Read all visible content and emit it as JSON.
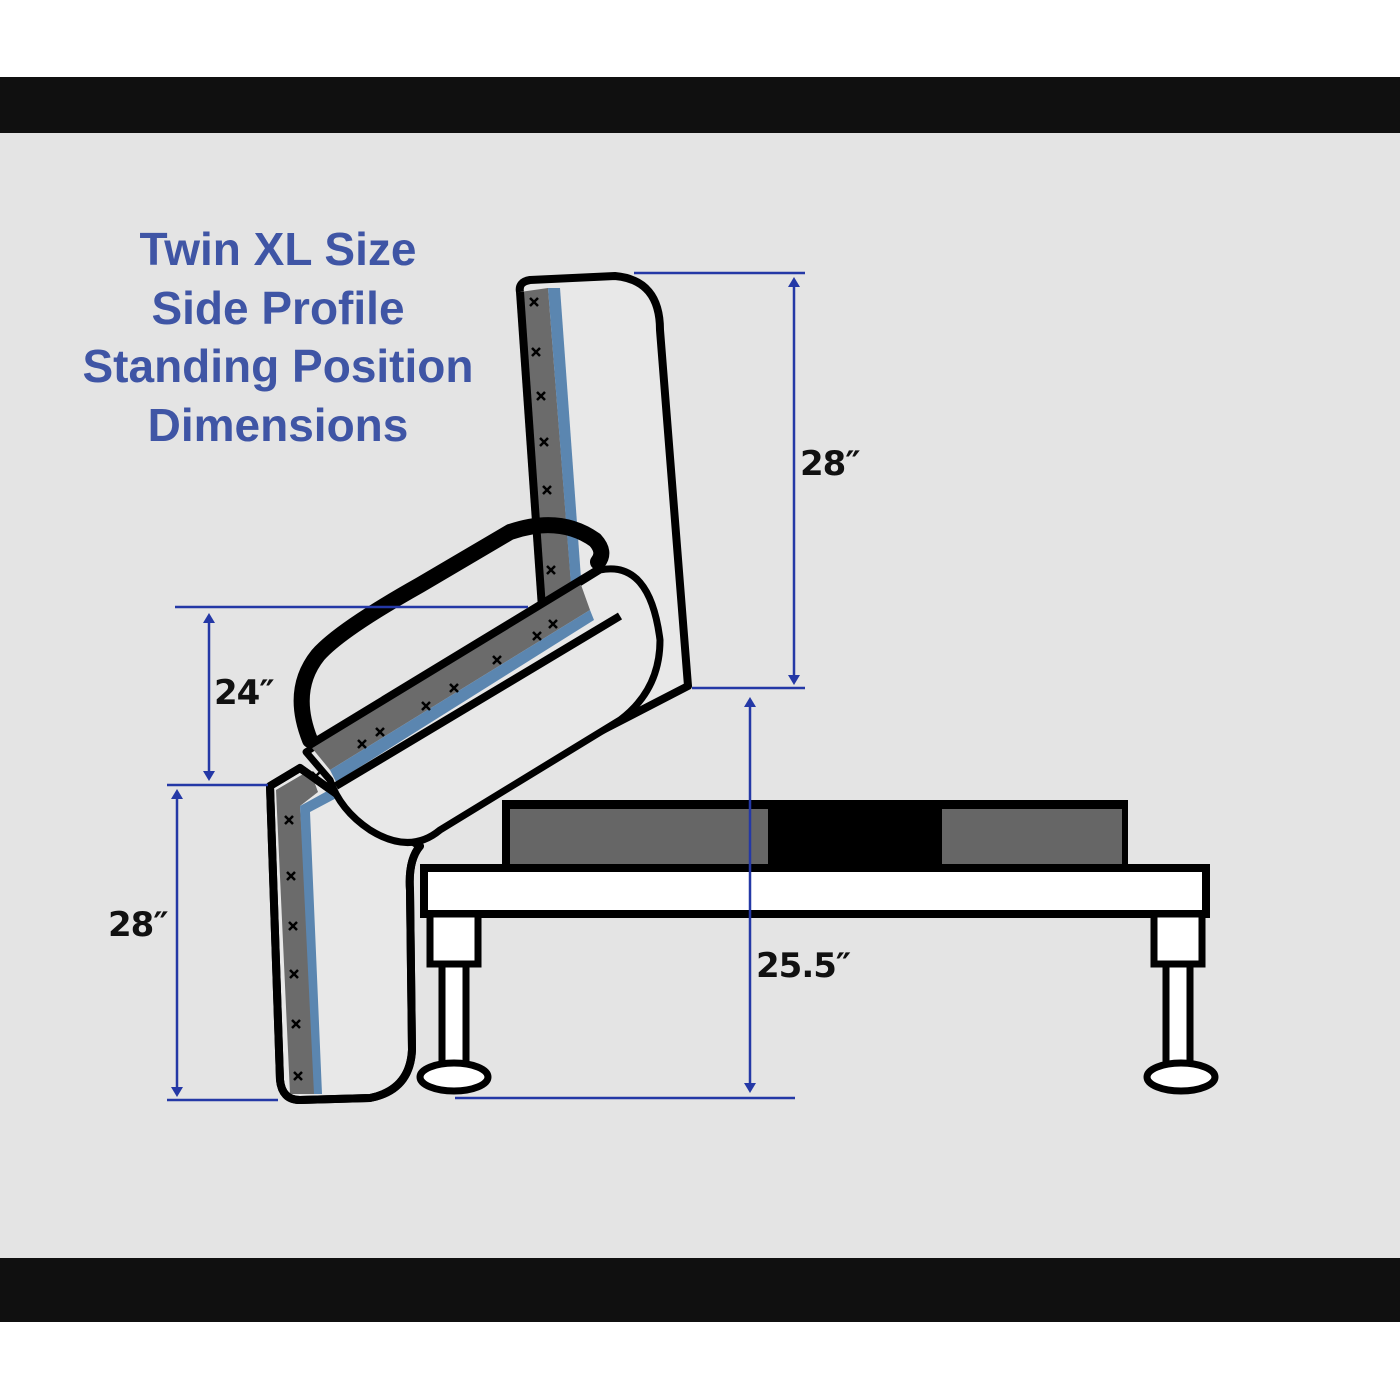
{
  "title": {
    "lines": [
      "Twin XL Size",
      "Side Profile",
      "Standing Position",
      "Dimensions"
    ]
  },
  "dimensions": {
    "backrest_height": "28″",
    "arm_height": "24″",
    "base_height": "28″",
    "overall_height_to_seat": "25.5″"
  },
  "colors": {
    "title": "#3f55a5",
    "dimension_line": "#2438a6",
    "background": "#e4e4e4",
    "frame_band": "#101010",
    "upholstery_gray": "#6b6b6b",
    "fabric_blue": "#5b86b0",
    "mattress_gray": "#666666"
  }
}
